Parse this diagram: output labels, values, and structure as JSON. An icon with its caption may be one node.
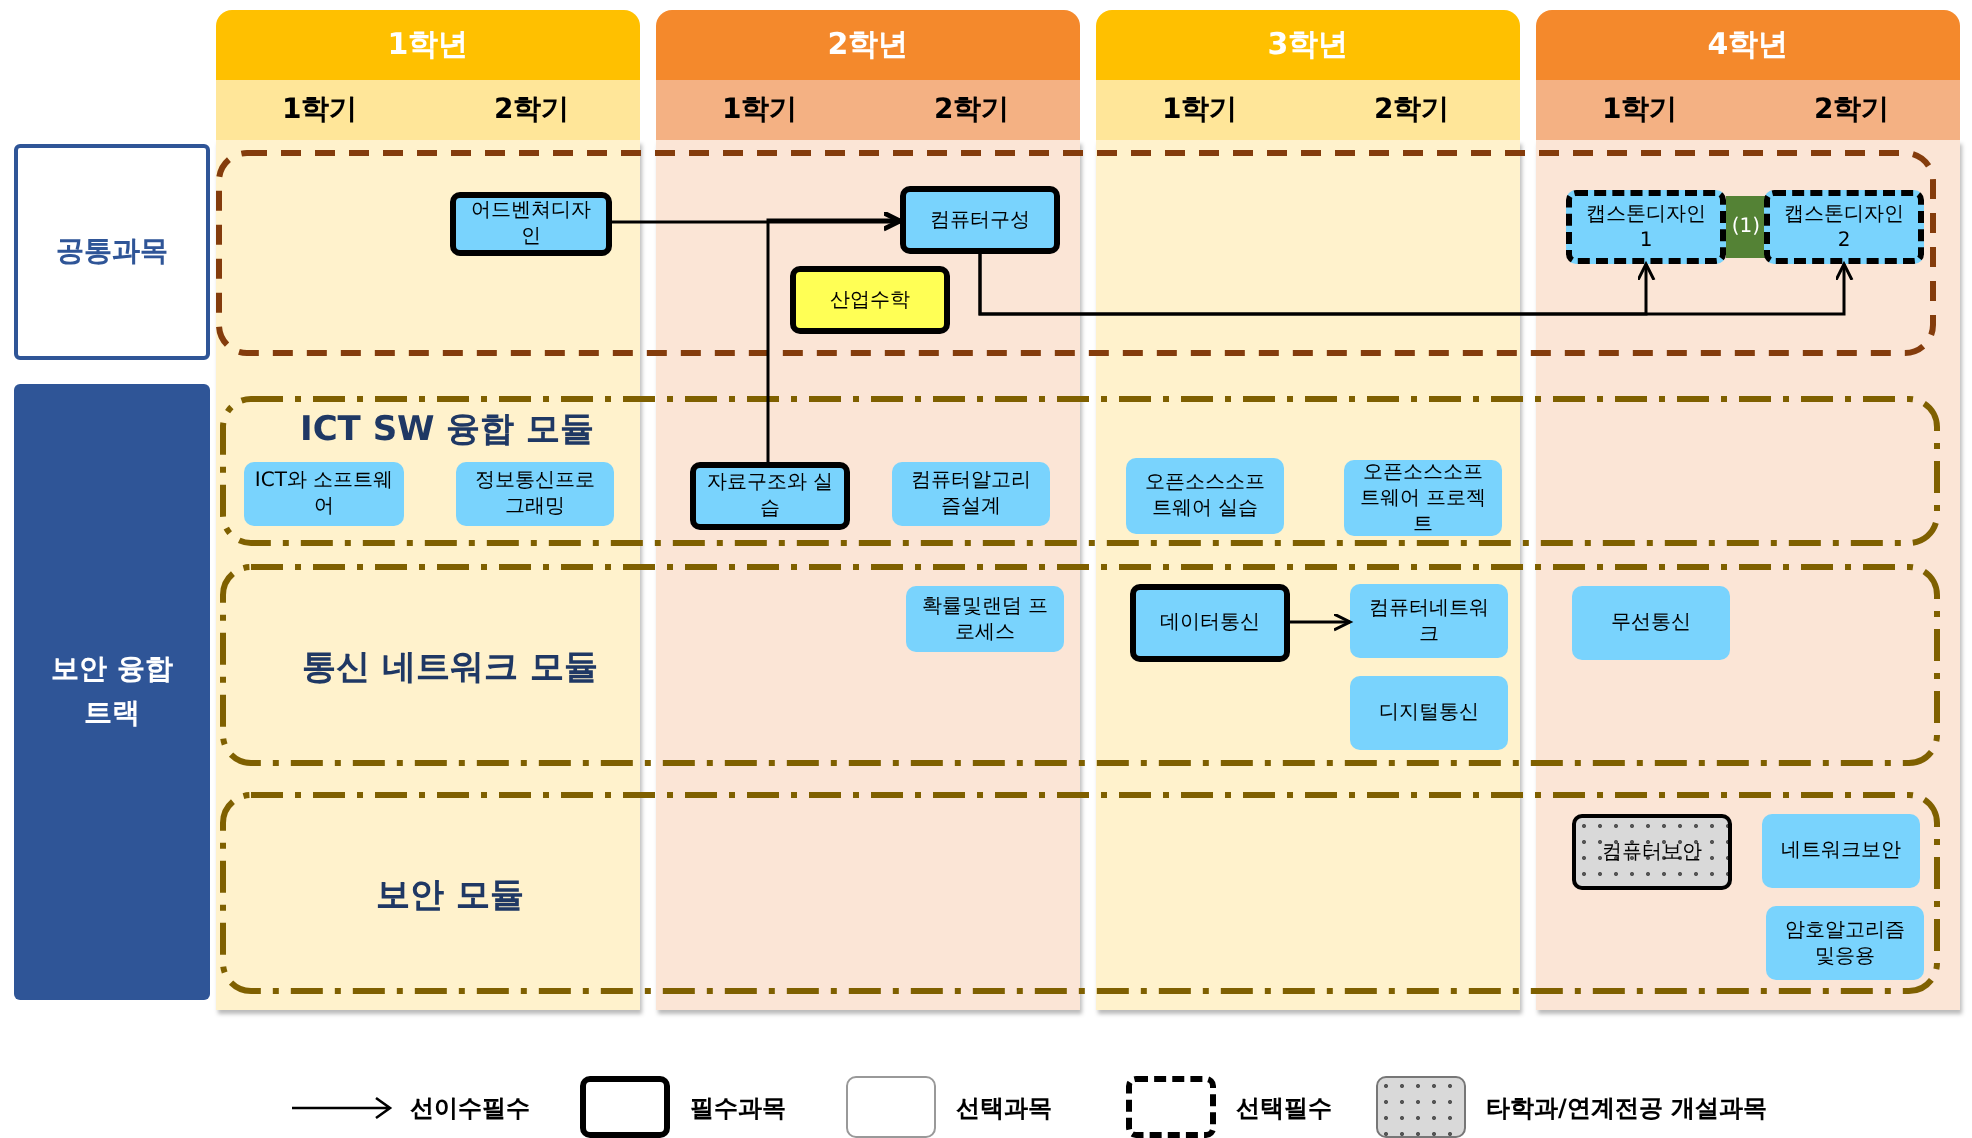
{
  "diagram": {
    "nodes": [
      {
        "text": [
          "공통과목"
        ]
      },
      {
        "text": [
          "보안 융합트랙"
        ]
      },
      {
        "text": [
          "1학년",
          "1학기",
          "2학기"
        ]
      },
      {
        "text": [
          "2학년",
          "1학기",
          "2학기"
        ]
      },
      {
        "text": [
          "3학년",
          "1학기",
          "2학기"
        ]
      },
      {
        "text": [
          "4학년",
          "1학기",
          "2학기"
        ]
      },
      {
        "text": [],
        "shape": "box"
      },
      {
        "text": [
          "어드벤쳐디자인"
        ],
        "in": 6
      },
      {
        "text": [
          "컴퓨터구성"
        ],
        "in": 6
      },
      {
        "text": [
          "산업수학"
        ],
        "in": 6
      },
      {
        "text": [
          "캡스톤디자인1"
        ],
        "in": 6
      },
      {
        "text": [
          "(1)"
        ],
        "in": 6
      },
      {
        "text": [
          "캡스톤디자인2"
        ],
        "in": 6
      },
      {
        "text": [
          "ICT SW 융합 모듈"
        ]
      },
      {
        "text": [
          "ICT와 소프트웨어"
        ],
        "in": 13
      },
      {
        "text": [
          "정보통신프로그래밍"
        ],
        "in": 13
      },
      {
        "text": [
          "자료구조와 실습"
        ],
        "in": 13
      },
      {
        "text": [
          "컴퓨터알고리즘설계"
        ],
        "in": 13
      },
      {
        "text": [
          "오픈소스소프트웨어 실습"
        ],
        "in": 13
      },
      {
        "text": [
          "오픈소스소프트웨어 프로젝트"
        ],
        "in": 13
      },
      {
        "text": [
          "통신 네트워크 모듈"
        ]
      },
      {
        "text": [
          "확률및랜덤 프로세스"
        ],
        "in": 20
      },
      {
        "text": [
          "데이터통신"
        ],
        "in": 20
      },
      {
        "text": [
          "컴퓨터네트워크"
        ],
        "in": 20
      },
      {
        "text": [
          "디지털통신"
        ],
        "in": 20
      },
      {
        "text": [
          "무선통신"
        ],
        "in": 20
      },
      {
        "text": [
          "보안 모듈"
        ]
      },
      {
        "text": [
          "컴퓨터보안"
        ],
        "in": 26
      },
      {
        "text": [
          "네트워크보안"
        ],
        "in": 26
      },
      {
        "text": [
          "암호알고리즘및응용"
        ],
        "in": 26
      }
    ],
    "edges": [
      {
        "from": 7,
        "to": 8,
        "arrow": "to"
      },
      {
        "from": 16,
        "to": 8,
        "arrow": "to"
      },
      {
        "from": 8,
        "to": 10,
        "arrow": "to"
      },
      {
        "from": 8,
        "to": 12,
        "arrow": "to"
      },
      {
        "from": 22,
        "to": 23,
        "arrow": "to"
      }
    ],
    "legend": [
      {
        "text": "선이수필수"
      },
      {
        "text": "필수과목"
      },
      {
        "text": "선택과목"
      },
      {
        "text": "선택필수"
      },
      {
        "text": "타학과/연계전공 개설과목"
      }
    ]
  }
}
